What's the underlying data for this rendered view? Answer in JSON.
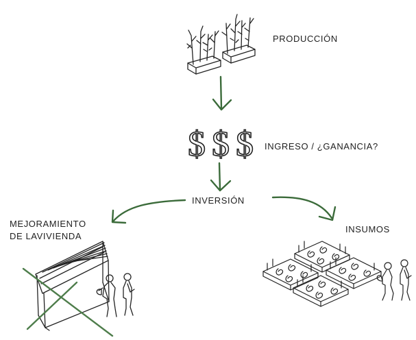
{
  "labels": {
    "produccion": "PRODUCCIÓN",
    "ingreso": "INGRESO / ¿GANANCIA?",
    "inversion": "INVERSIÓN",
    "insumos": "INSUMOS",
    "mejoramiento_line1": "MEJORAMIENTO",
    "mejoramiento_line2": "DE LAVIVIENDA"
  },
  "dollar_symbol": "$",
  "colors": {
    "arrow": "#3b6b3a",
    "ink": "#222222",
    "cross": "#4e7d4b"
  }
}
